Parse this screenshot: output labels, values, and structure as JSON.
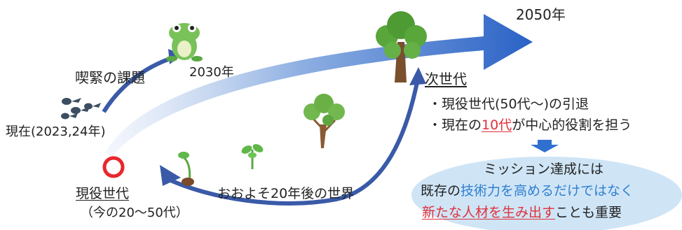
{
  "labels": {
    "year_2050": "2050年",
    "year_2030": "2030年",
    "urgent": "喫緊の課題",
    "now": "現在(2023,24年)",
    "current_gen": "現役世代",
    "current_gen_sub": "（今の20～50代）",
    "about20": "おおよそ20年後の世界",
    "next_gen": "次世代",
    "bullet1": "・現役世代(50代～)の引退",
    "bullet2_a": "・現在の",
    "bullet2_b": "10代",
    "bullet2_c": "が中心的役割を担う"
  },
  "callout": {
    "line1": "ミッション達成には",
    "line2_a": "既存の",
    "line2_b": "技術力を高めるだけではなく",
    "line3_a": "新たな人材を生み出す",
    "line3_b": "ことも重要"
  },
  "colors": {
    "arrow_main": "#2a62c6",
    "arrow_light": "#d6e2f4",
    "curve_arrow": "#3a5aa8",
    "circle": "#e8262d",
    "ellipse": "#cfe5f6",
    "accent_red": "#e0303a",
    "accent_blue": "#2f7fd0"
  },
  "icons": [
    "tadpoles-icon",
    "frog-icon",
    "seedling-icon",
    "sprout-icon",
    "young-tree-icon",
    "big-tree-icon"
  ]
}
